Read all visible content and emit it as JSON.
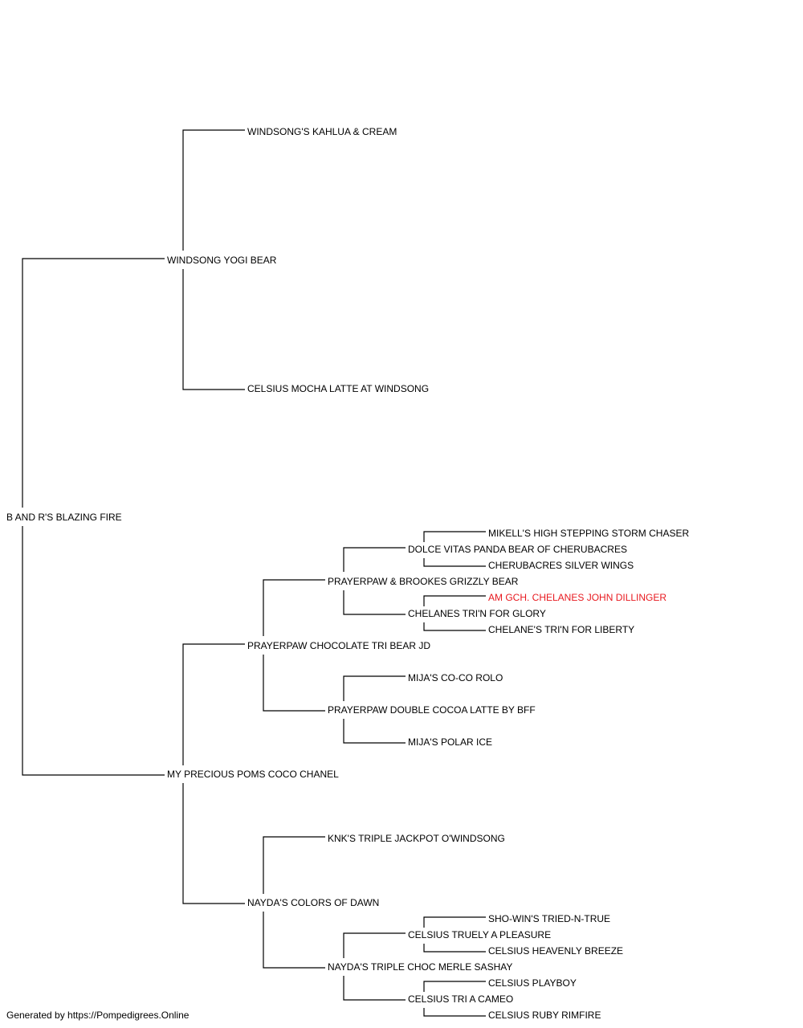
{
  "subject": {
    "name": "B AND R'S BLAZING FIRE"
  },
  "gen1": {
    "sire": "WINDSONG YOGI BEAR",
    "dam": "MY PRECIOUS POMS COCO CHANEL"
  },
  "gen2": {
    "sire_sire": "WINDSONG'S KAHLUA & CREAM",
    "sire_dam": "CELSIUS MOCHA LATTE AT WINDSONG",
    "dam_sire": "PRAYERPAW CHOCOLATE TRI BEAR JD",
    "dam_dam": "NAYDA'S COLORS OF DAWN"
  },
  "gen3": {
    "dam_sire_sire": "PRAYERPAW & BROOKES GRIZZLY BEAR",
    "dam_sire_dam": "PRAYERPAW DOUBLE COCOA LATTE BY BFF",
    "dam_dam_sire": "KNK'S TRIPLE JACKPOT O'WINDSONG",
    "dam_dam_dam": "NAYDA'S TRIPLE CHOC MERLE SASHAY"
  },
  "gen4": {
    "dss_sire": "DOLCE VITAS PANDA BEAR OF CHERUBACRES",
    "dss_dam": "CHELANES TRI'N FOR GLORY",
    "dsd_sire": "MIJA'S CO-CO ROLO",
    "dsd_dam": "MIJA'S POLAR ICE",
    "ddd_sire": "CELSIUS TRUELY A PLEASURE",
    "ddd_dam": "CELSIUS TRI A CAMEO"
  },
  "gen5": {
    "dsss_sire": "MIKELL'S HIGH STEPPING STORM CHASER",
    "dsss_dam": "CHERUBACRES SILVER WINGS",
    "dssd_sire": "AM GCH. CHELANES JOHN DILLINGER",
    "dssd_dam": "CHELANE'S TRI'N FOR LIBERTY",
    "ddds_sire": "SHO-WIN'S TRIED-N-TRUE",
    "ddds_dam": "CELSIUS HEAVENLY BREEZE",
    "dddd_sire": "CELSIUS PLAYBOY",
    "dddd_dam": "CELSIUS RUBY RIMFIRE"
  },
  "colors": {
    "line": "#000000",
    "text": "#000000",
    "highlight": "#e8191f"
  },
  "footer": {
    "credit": "Generated by https://Pompedigrees.Online"
  }
}
